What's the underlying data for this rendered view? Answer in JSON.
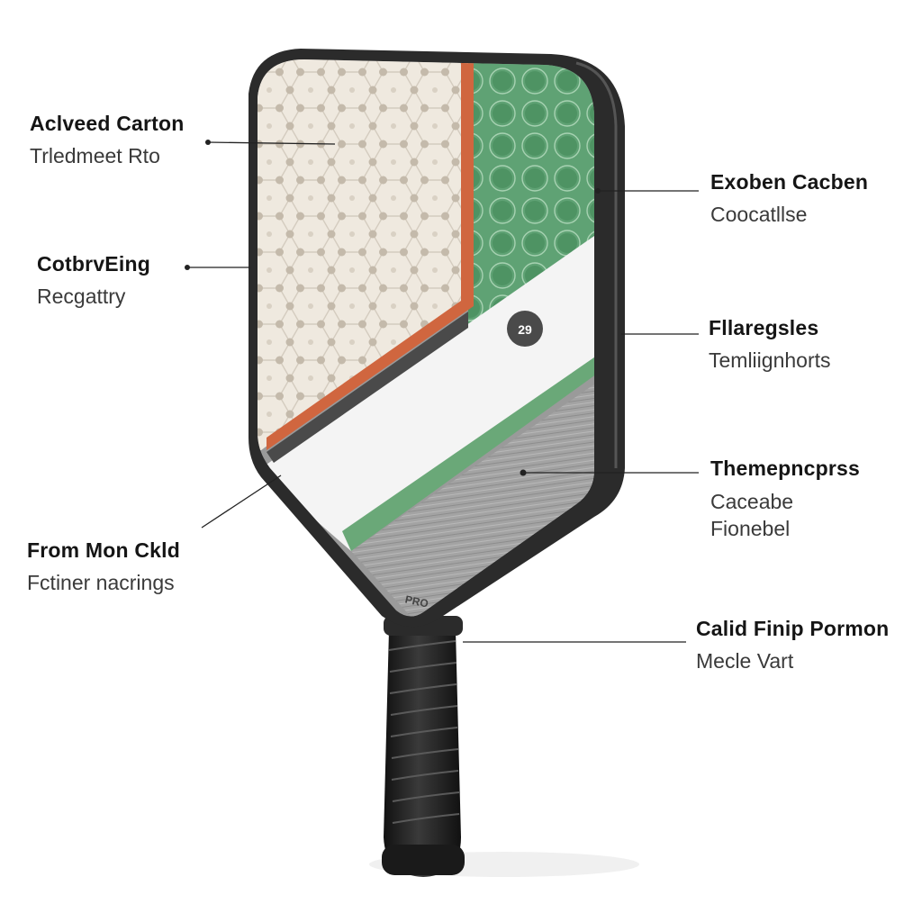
{
  "callouts": [
    {
      "id": "tl",
      "title": "Aclveed Carton",
      "lines": [
        "Trledmeet Rto"
      ]
    },
    {
      "id": "ml",
      "title": "CotbrvEing",
      "lines": [
        "Recgattry"
      ]
    },
    {
      "id": "bl",
      "title": "From Mon Ckld",
      "lines": [
        "Fctiner nacrings"
      ]
    },
    {
      "id": "tr",
      "title": "Exoben Cacben",
      "lines": [
        "Coocatllse"
      ]
    },
    {
      "id": "r2",
      "title": "Fllaregsles",
      "lines": [
        "Temliignhorts"
      ]
    },
    {
      "id": "r3",
      "title": "Themepncprss",
      "lines": [
        "Caceabe",
        "Fionebel"
      ]
    },
    {
      "id": "r4",
      "title": "Calid Finip Pormon",
      "lines": [
        "Mecle Vart"
      ]
    }
  ],
  "paddle": {
    "badge": "29",
    "throat_text": "PRO",
    "colors": {
      "edge_guard": "#2b2b2b",
      "hex_face": "#efe9df",
      "hex_lines": "#c9c0b2",
      "orange_stripe": "#d0663f",
      "green_panel": "#5fa274",
      "green_stripe": "#6aa878",
      "dark_stripe": "#4a4a4a",
      "white_band": "#f4f4f4",
      "gray_panel": "#9a9a9a",
      "grip": "#222222"
    }
  }
}
